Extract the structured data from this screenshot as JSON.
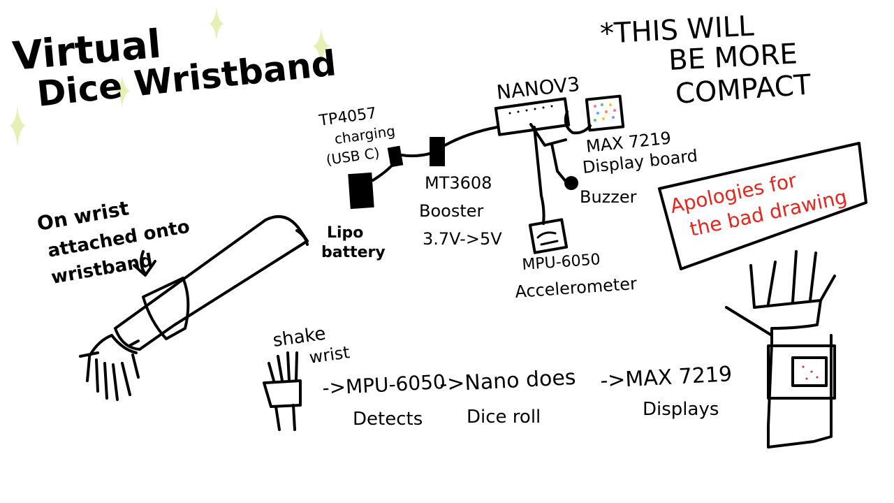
{
  "title": {
    "line1": "Virtual",
    "line2": "Dice Wristband"
  },
  "note_compact": {
    "line1": "*THIS WILL",
    "line2": "BE MORE",
    "line3": "COMPACT"
  },
  "wrist_note": {
    "line1": "On wrist",
    "line2": "attached onto",
    "line3": "wristband"
  },
  "components": {
    "charger": {
      "line1": "TP4057",
      "line2": "charging",
      "line3": "(USB C)"
    },
    "battery": {
      "line1": "Lipo",
      "line2": "battery"
    },
    "booster": {
      "line1": "MT3608",
      "line2": "Booster",
      "line3": "3.7V->5V"
    },
    "nano": {
      "label": "NANOV3"
    },
    "display": {
      "line1": "MAX 7219",
      "line2": "Display board"
    },
    "buzzer": {
      "label": "Buzzer"
    },
    "accel": {
      "line1": "MPU-6050",
      "line2": "Accelerometer"
    }
  },
  "apology": {
    "line1": "Apologies for",
    "line2": "the bad drawing",
    "color": "#e8241c"
  },
  "flow": {
    "shake": {
      "line1": "shake",
      "line2": "wrist"
    },
    "step1": {
      "line1": "->MPU-6050",
      "line2": "Detects"
    },
    "step2": {
      "line1": "->Nano does",
      "line2": "Dice roll"
    },
    "step3": {
      "line1": "->MAX 7219",
      "line2": "Displays"
    }
  },
  "colors": {
    "sparkle": "#e6f0b4",
    "ink": "#000000",
    "led_dots": [
      "#ff6fa5",
      "#59c86a",
      "#f2c43a",
      "#5aa7ff",
      "#ff8a3d"
    ]
  }
}
